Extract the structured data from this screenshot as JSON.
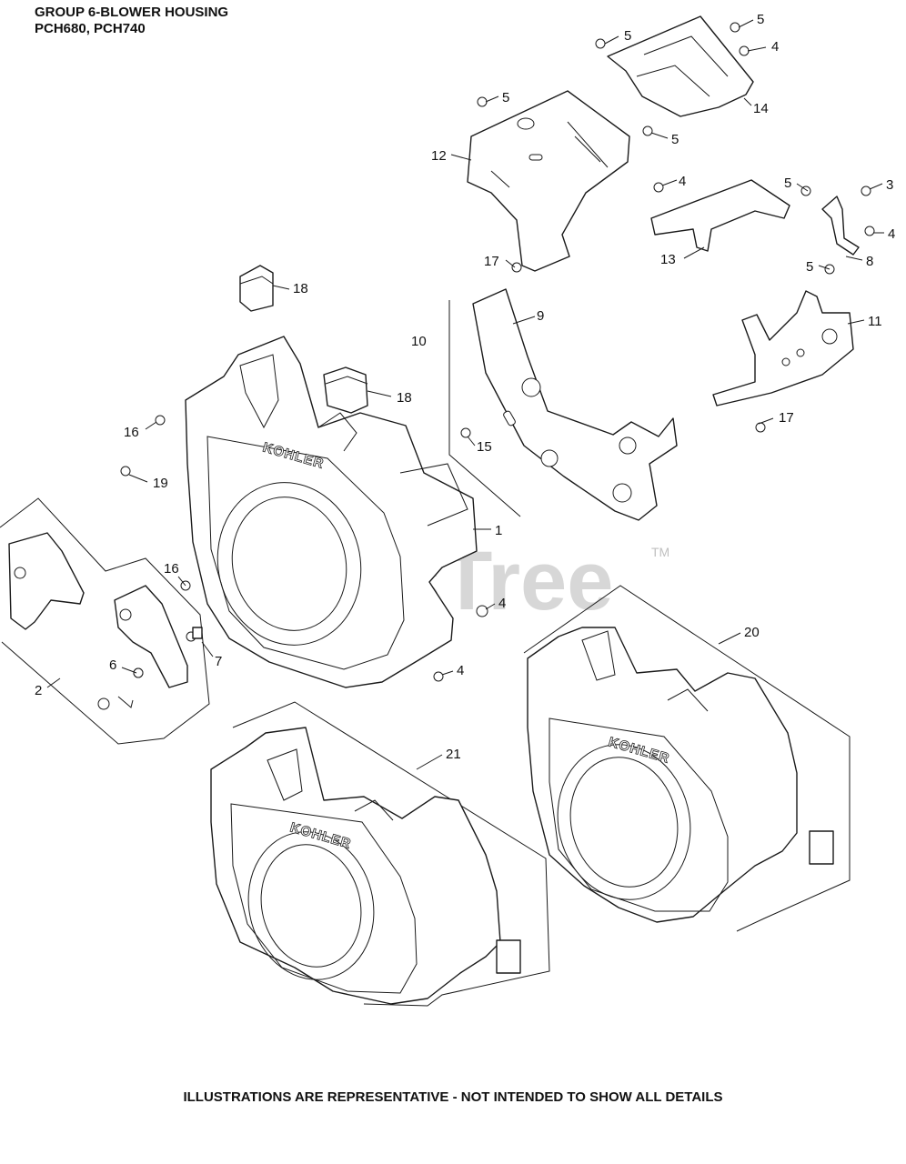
{
  "header": {
    "title_line1": "GROUP 6-BLOWER HOUSING",
    "title_line2": "PCH680, PCH740"
  },
  "footer": "ILLUSTRATIONS ARE REPRESENTATIVE - NOT INTENDED TO SHOW ALL DETAILS",
  "watermark": {
    "text": "PartsTree",
    "tm": "TM",
    "color": "#c9c9c9"
  },
  "brand_logo": "KOHLER",
  "callouts": {
    "c1": "1",
    "c2": "2",
    "c3": "3",
    "c4a": "4",
    "c4b": "4",
    "c4c": "4",
    "c4d": "4",
    "c4e": "4",
    "c5a": "5",
    "c5b": "5",
    "c5c": "5",
    "c5d": "5",
    "c5e": "5",
    "c5f": "5",
    "c6": "6",
    "c7": "7",
    "c8": "8",
    "c9": "9",
    "c10": "10",
    "c11": "11",
    "c12": "12",
    "c13": "13",
    "c14": "14",
    "c15": "15",
    "c16a": "16",
    "c16b": "16",
    "c17a": "17",
    "c17b": "17",
    "c18a": "18",
    "c18b": "18",
    "c19": "19",
    "c20": "20",
    "c21": "21"
  }
}
